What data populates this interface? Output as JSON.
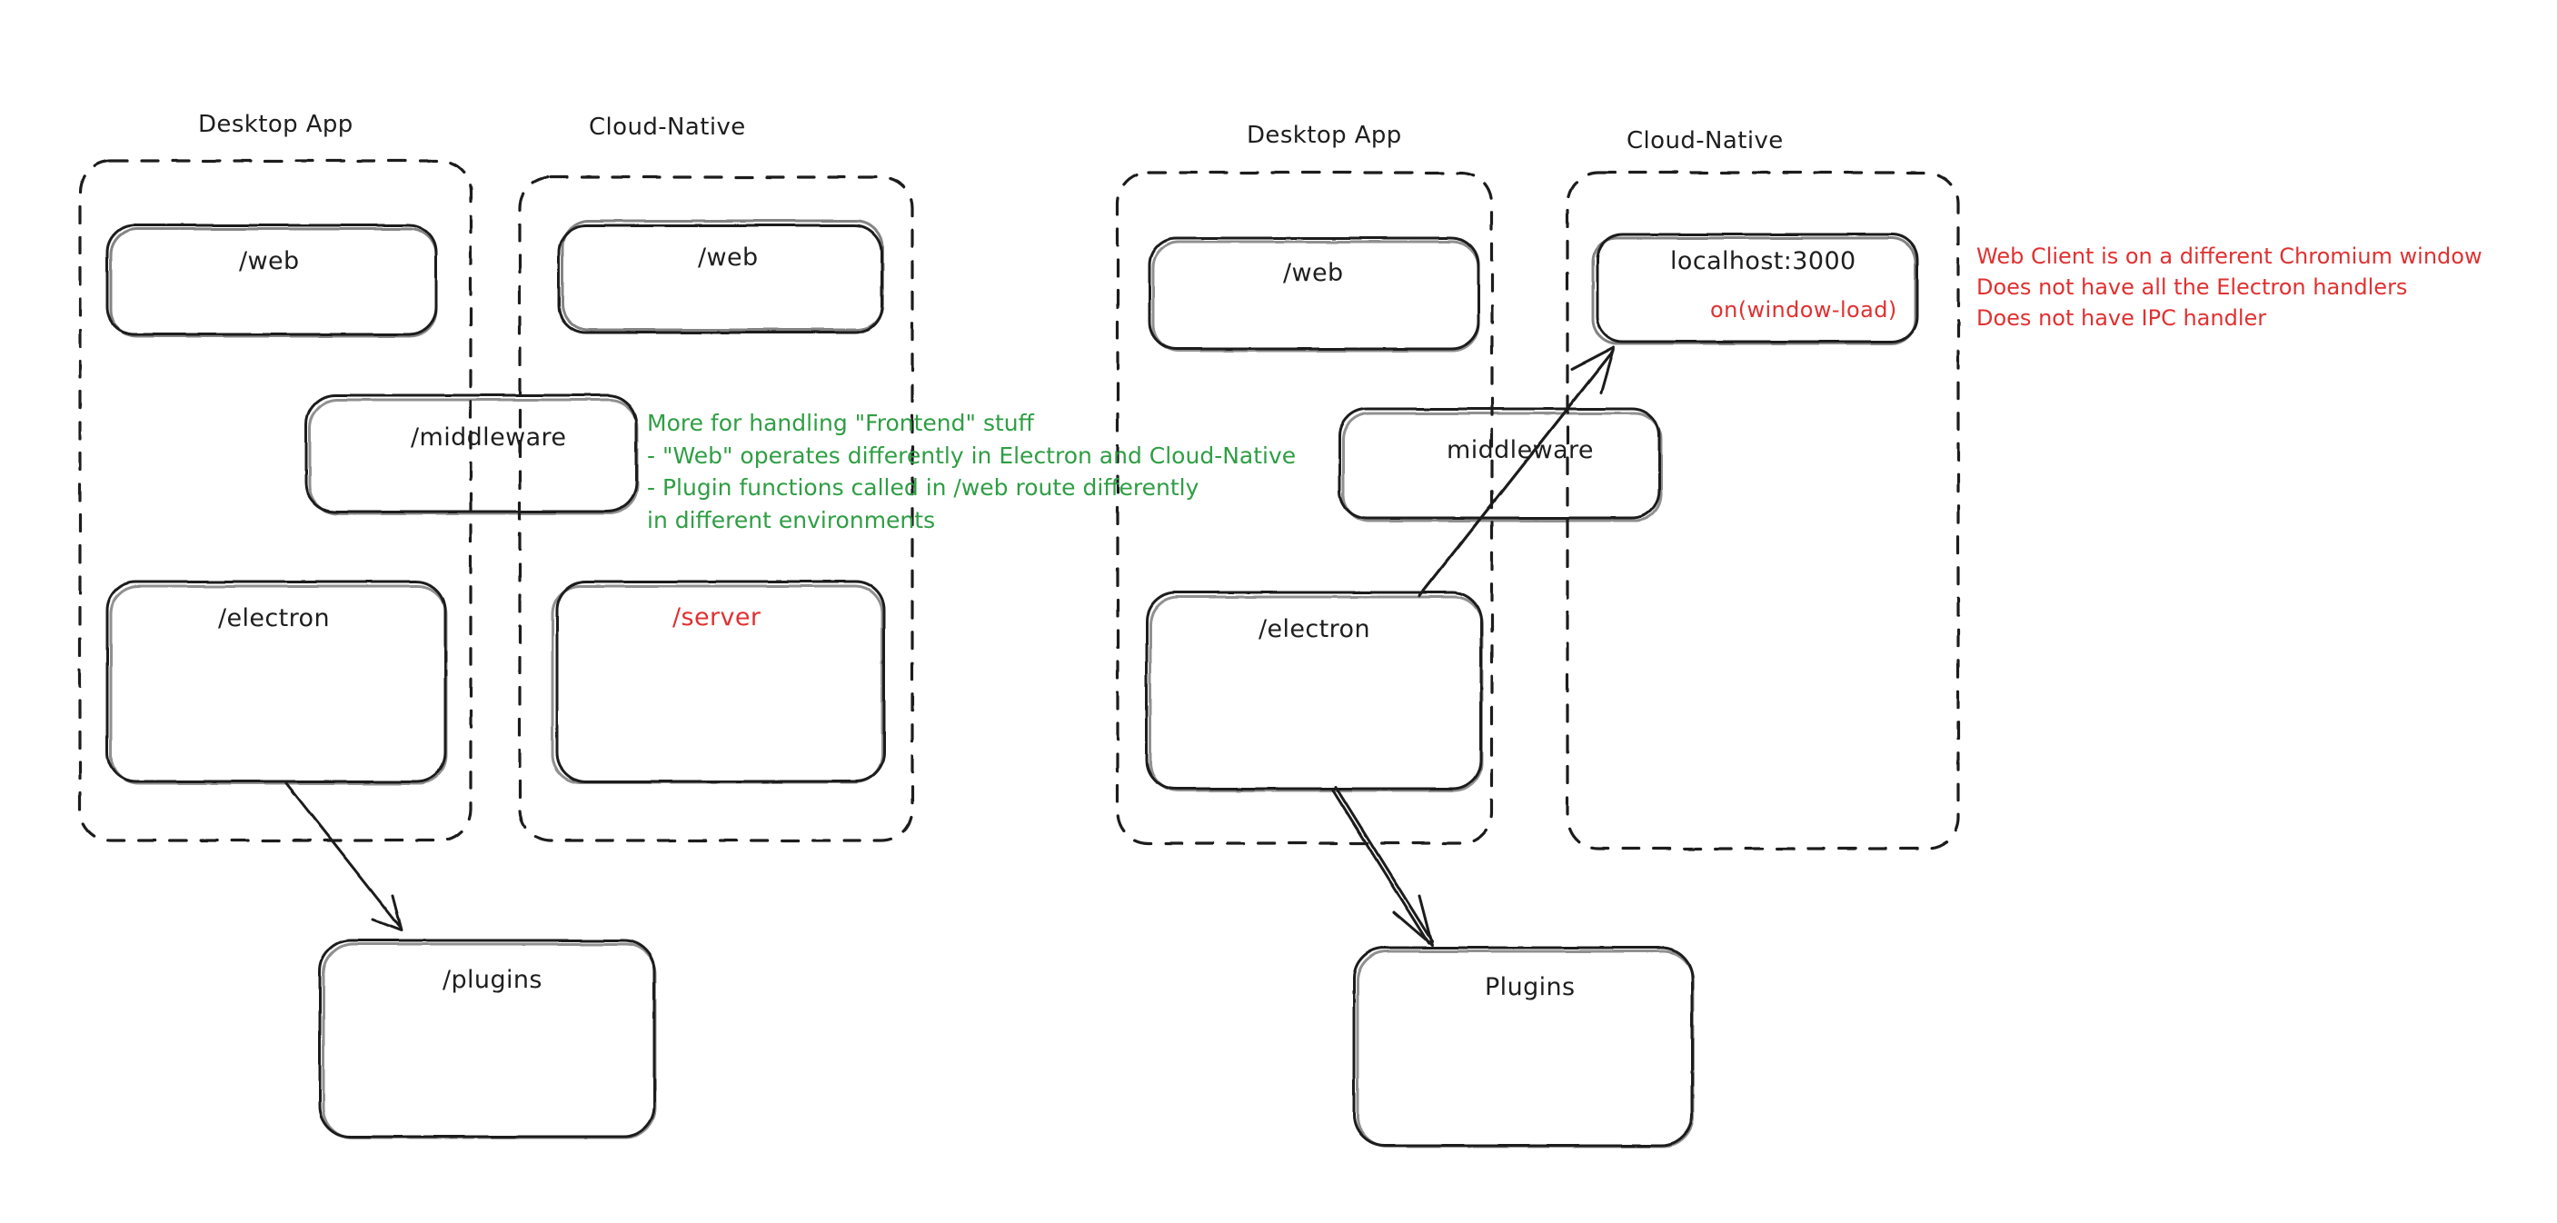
{
  "diagram": {
    "type": "architecture-sketch",
    "style": "hand-drawn",
    "background": "#ffffff",
    "colors": {
      "stroke": "#1e1e1e",
      "red": "#e03131",
      "green": "#2f9e44"
    }
  },
  "left_panel": {
    "groups": [
      {
        "id": "left-desktop-app",
        "label": "Desktop App",
        "border": "dashed"
      },
      {
        "id": "left-cloud-native",
        "label": "Cloud-Native",
        "border": "dashed"
      }
    ],
    "boxes": [
      {
        "id": "left-desktop-web",
        "label": "/web",
        "color": "#1e1e1e"
      },
      {
        "id": "left-cloud-web",
        "label": "/web",
        "color": "#1e1e1e"
      },
      {
        "id": "left-middleware",
        "label": "/middleware",
        "color": "#1e1e1e"
      },
      {
        "id": "left-electron",
        "label": "/electron",
        "color": "#1e1e1e"
      },
      {
        "id": "left-server",
        "label": "/server",
        "color": "#e03131"
      },
      {
        "id": "left-plugins",
        "label": "/plugins",
        "color": "#1e1e1e"
      }
    ],
    "arrows": [
      {
        "from": "left-electron",
        "to": "left-plugins"
      }
    ]
  },
  "right_panel": {
    "groups": [
      {
        "id": "right-desktop-app",
        "label": "Desktop App",
        "border": "dashed"
      },
      {
        "id": "right-cloud-native",
        "label": "Cloud-Native",
        "border": "dashed"
      }
    ],
    "boxes": [
      {
        "id": "right-desktop-web",
        "label": "/web",
        "color": "#1e1e1e"
      },
      {
        "id": "right-localhost",
        "label": "localhost:3000",
        "sublabel": "on(window-load)",
        "color": "#1e1e1e",
        "sublabel_color": "#e03131"
      },
      {
        "id": "right-middleware",
        "label": "middleware",
        "color": "#1e1e1e"
      },
      {
        "id": "right-electron",
        "label": "/electron",
        "color": "#1e1e1e"
      },
      {
        "id": "right-plugins",
        "label": "Plugins",
        "color": "#1e1e1e"
      }
    ],
    "arrows": [
      {
        "from": "right-electron",
        "to": "right-localhost"
      },
      {
        "from": "right-electron",
        "to": "right-plugins"
      }
    ]
  },
  "annotations": {
    "green_note": {
      "color": "#2f9e44",
      "lines": [
        "More for handling \"Frontend\" stuff",
        "- \"Web\" operates differently in Electron and Cloud-Native",
        "- Plugin functions called in /web route differently",
        "in different environments"
      ],
      "text": "More for handling \"Frontend\" stuff\n- \"Web\" operates differently in Electron and Cloud-Native\n- Plugin functions called in /web route differently\nin different environments"
    },
    "red_note": {
      "color": "#e03131",
      "lines": [
        "Web Client is on a different Chromium window",
        "Does not have all the Electron handlers",
        "Does not have IPC handler"
      ],
      "text": "Web Client is on a different Chromium window\nDoes not have all the Electron handlers\nDoes not have IPC handler"
    }
  }
}
